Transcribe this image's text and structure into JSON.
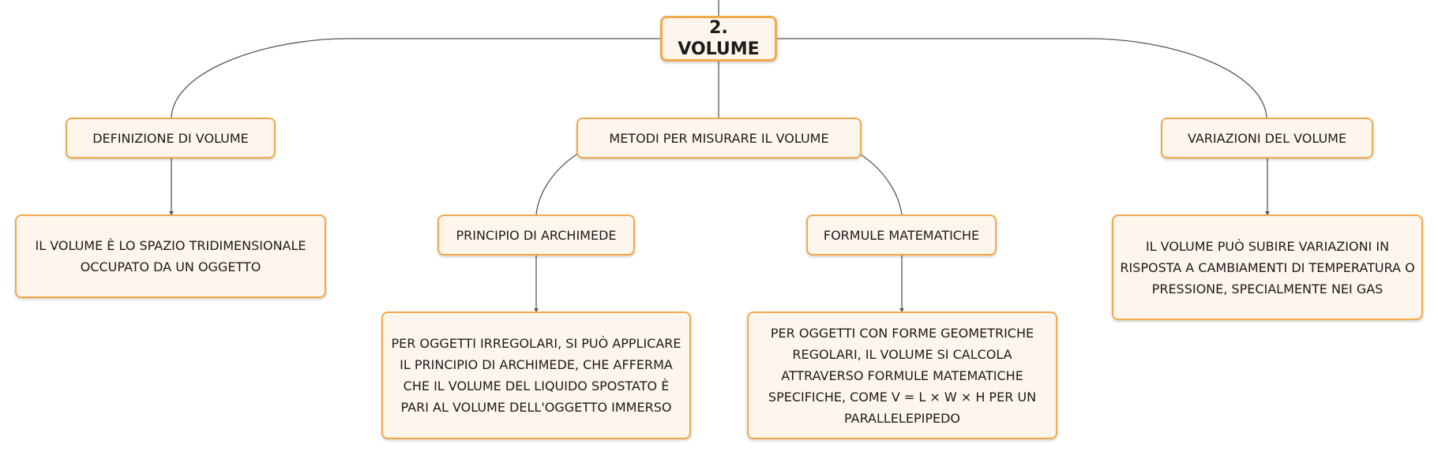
{
  "colors": {
    "node_fill": "#fef6ec",
    "node_border": "#f2a94c",
    "connector": "#555555"
  },
  "nodes": {
    "root": "2. VOLUME",
    "definition": "DEFINIZIONE DI VOLUME",
    "methods": "METODI PER MISURARE IL VOLUME",
    "variations": "VARIAZIONI DEL VOLUME",
    "archimedes": "PRINCIPIO DI ARCHIMEDE",
    "formulas": "FORMULE MATEMATICHE",
    "definition_text": "IL VOLUME È LO SPAZIO TRIDIMENSIONALE OCCUPATO DA UN OGGETTO",
    "archimedes_text": "PER OGGETTI IRREGOLARI, SI PUÒ APPLICARE IL PRINCIPIO DI ARCHIMEDE, CHE AFFERMA CHE IL VOLUME DEL LIQUIDO SPOSTATO È PARI AL VOLUME DELL'OGGETTO IMMERSO",
    "formulas_text": "PER OGGETTI CON FORME GEOMETRICHE REGOLARI, IL VOLUME SI CALCOLA ATTRAVERSO FORMULE MATEMATICHE SPECIFICHE, COME V = L × W × H PER UN PARALLELEPIPEDO",
    "variations_text": "IL VOLUME PUÒ SUBIRE VARIAZIONI IN RISPOSTA A CAMBIAMENTI DI TEMPERATURA O PRESSIONE, SPECIALMENTE NEI GAS"
  }
}
